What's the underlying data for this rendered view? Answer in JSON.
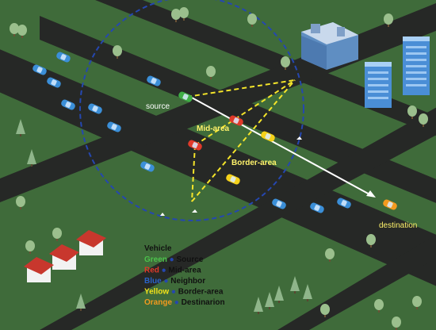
{
  "labels": {
    "source": "source",
    "mid_area": "Mid-area",
    "border_area": "Border-area",
    "destination": "destination"
  },
  "legend": {
    "title": "Vehicle",
    "items": [
      {
        "color_word": "Green",
        "rest": "Source",
        "color": "#4cc24c"
      },
      {
        "color_word": "Red",
        "rest": "Mid-area",
        "color": "#e03a2a"
      },
      {
        "color_word": "Blue",
        "rest": "Neighbor",
        "color": "#2a62c8"
      },
      {
        "color_word": "Yellow",
        "rest": "Border-area",
        "color": "#f2e21a"
      },
      {
        "color_word": "Orange",
        "rest": "Destinarion",
        "color": "#f39a1e"
      }
    ]
  },
  "colors": {
    "grass": "#3f6b3a",
    "road": "#262826",
    "range_circle": "#2547b0",
    "path_lines": "#f5e52a",
    "route_arrow": "#ffffff",
    "car_green": "#3fae46",
    "car_red": "#e03a2a",
    "car_blue": "#3b8fd8",
    "car_yellow": "#f5d21a",
    "car_orange": "#f39a1e"
  }
}
